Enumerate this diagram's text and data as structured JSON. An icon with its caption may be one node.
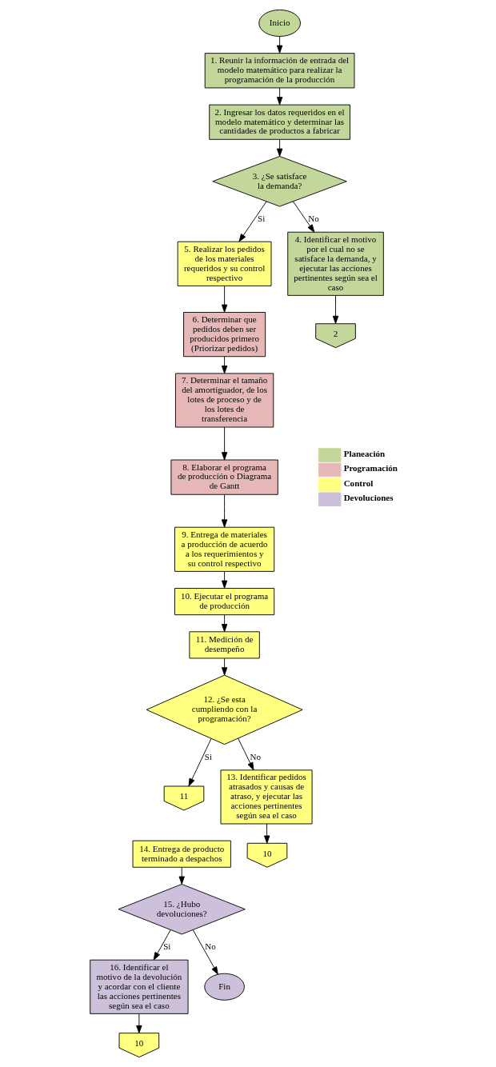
{
  "diagram": {
    "nodes": [
      {
        "text": [
          "Inicio"
        ]
      },
      {
        "text": [
          "1. Reunir la información de entrada del modelo matemático para realizar la programación de la producción"
        ]
      },
      {
        "text": [
          "2. Ingresar los datos requeridos en el modelo matemático y determinar las cantidades de productos a fabricar"
        ]
      },
      {
        "text": [
          "3. ¿Se satisface la demanda?"
        ]
      },
      {
        "text": [
          "5. Realizar los pedidos de los materiales requeridos y su control respectivo"
        ]
      },
      {
        "text": [
          "4. Identificar el motivo por el cual no se satisface la demanda, y ejecutar las acciones pertinentes según sea el caso"
        ]
      },
      {
        "text": [
          "6. Determinar que pedidos deben ser producidos primero (Priorizar pedidos)"
        ]
      },
      {
        "text": [
          "2"
        ]
      },
      {
        "text": [
          "7. Determinar el tamaño del amortiguador, de los lotes de proceso y de los lotes de transferencia"
        ]
      },
      {
        "text": [
          "8. Elaborar el programa de producción o Diagrama de Gantt"
        ]
      },
      {
        "text": [
          "9. Entrega de materiales a producción de acuerdo a los requerimientos y su control respectivo"
        ]
      },
      {
        "text": [
          "10. Ejecutar el programa de producción"
        ]
      },
      {
        "text": [
          "11. Medición de desempeño"
        ]
      },
      {
        "text": [
          "12. ¿Se esta cumpliendo con la programación?"
        ]
      },
      {
        "text": [
          "11"
        ]
      },
      {
        "text": [
          "13. Identificar pedidos atrasados y causas de atraso, y ejecutar las acciones pertinentes según sea el caso"
        ]
      },
      {
        "text": [
          "14. Entrega de producto terminado a despachos"
        ]
      },
      {
        "text": [
          "10"
        ]
      },
      {
        "text": [
          "15. ¿Hubo devoluciones?"
        ]
      },
      {
        "text": [
          "16. Identificar el motivo de la devolución y acordar con el cliente las acciones pertinentes según sea el caso"
        ]
      },
      {
        "text": [
          "Fin"
        ]
      },
      {
        "text": [
          "10"
        ]
      }
    ],
    "edges": [
      {
        "from": 0,
        "to": 1,
        "arrow": "to"
      },
      {
        "from": 1,
        "to": 2,
        "arrow": "to"
      },
      {
        "from": 2,
        "to": 3,
        "arrow": "to"
      },
      {
        "from": 3,
        "to": 4,
        "arrow": "to",
        "label": "Si"
      },
      {
        "from": 3,
        "to": 5,
        "arrow": "to",
        "label": "No"
      },
      {
        "from": 5,
        "to": 7,
        "arrow": "to"
      },
      {
        "from": 4,
        "to": 6,
        "arrow": "to"
      },
      {
        "from": 6,
        "to": 8,
        "arrow": "to"
      },
      {
        "from": 8,
        "to": 9,
        "arrow": "to"
      },
      {
        "from": 9,
        "to": 10,
        "arrow": "to"
      },
      {
        "from": 10,
        "to": 11,
        "arrow": "to"
      },
      {
        "from": 11,
        "to": 12,
        "arrow": "to"
      },
      {
        "from": 12,
        "to": 13,
        "arrow": "to"
      },
      {
        "from": 13,
        "to": 14,
        "arrow": "to",
        "label": "Si"
      },
      {
        "from": 13,
        "to": 15,
        "arrow": "to",
        "label": "No"
      },
      {
        "from": 15,
        "to": 17,
        "arrow": "to"
      },
      {
        "from": 16,
        "to": 18,
        "arrow": "to"
      },
      {
        "from": 18,
        "to": 19,
        "arrow": "to",
        "label": "Si"
      },
      {
        "from": 18,
        "to": 20,
        "arrow": "to",
        "label": "No"
      },
      {
        "from": 19,
        "to": 21,
        "arrow": "to"
      }
    ],
    "legend": [
      {
        "text": "Planeación",
        "color": "#c4d79b"
      },
      {
        "text": "Programación",
        "color": "#e6b9b8"
      },
      {
        "text": "Control",
        "color": "#ffff80"
      },
      {
        "text": "Devoluciones",
        "color": "#ccc0da"
      }
    ]
  }
}
